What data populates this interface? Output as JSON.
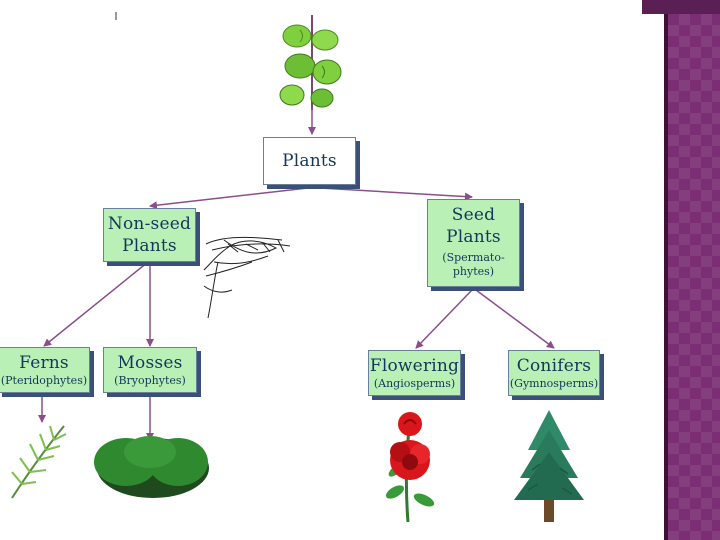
{
  "diagram": {
    "nodes": {
      "plants": {
        "title": "Plants",
        "subtitle": ""
      },
      "non_seed": {
        "title": "Non-seed\nPlants",
        "subtitle": ""
      },
      "seed": {
        "title": "Seed\nPlants",
        "subtitle": "(Spermato-\nphytes)"
      },
      "ferns": {
        "title": "Ferns",
        "subtitle": "(Pteridophytes)"
      },
      "mosses": {
        "title": "Mosses",
        "subtitle": "(Bryophytes)"
      },
      "flowering": {
        "title": "Flowering",
        "subtitle": "(Angiosperms)"
      },
      "conifers": {
        "title": "Conifers",
        "subtitle": "(Gymnosperms)"
      }
    },
    "edges": [
      [
        "plants-leaf-image",
        "plants"
      ],
      [
        "plants",
        "non_seed"
      ],
      [
        "plants",
        "seed"
      ],
      [
        "non_seed",
        "ferns"
      ],
      [
        "non_seed",
        "mosses"
      ],
      [
        "seed",
        "flowering"
      ],
      [
        "seed",
        "conifers"
      ],
      [
        "ferns",
        "fern-image"
      ],
      [
        "mosses",
        "moss-image"
      ]
    ],
    "colors": {
      "box_green": "#b9f0b6",
      "box_white": "#ffffff",
      "text": "#14365a",
      "arrow": "#8a4f8a",
      "side_panel": "#7b2e73"
    },
    "images": [
      "leafy-branch-image",
      "fern-frond-image",
      "moss-clump-image",
      "red-rose-image",
      "conifer-tree-image"
    ]
  }
}
